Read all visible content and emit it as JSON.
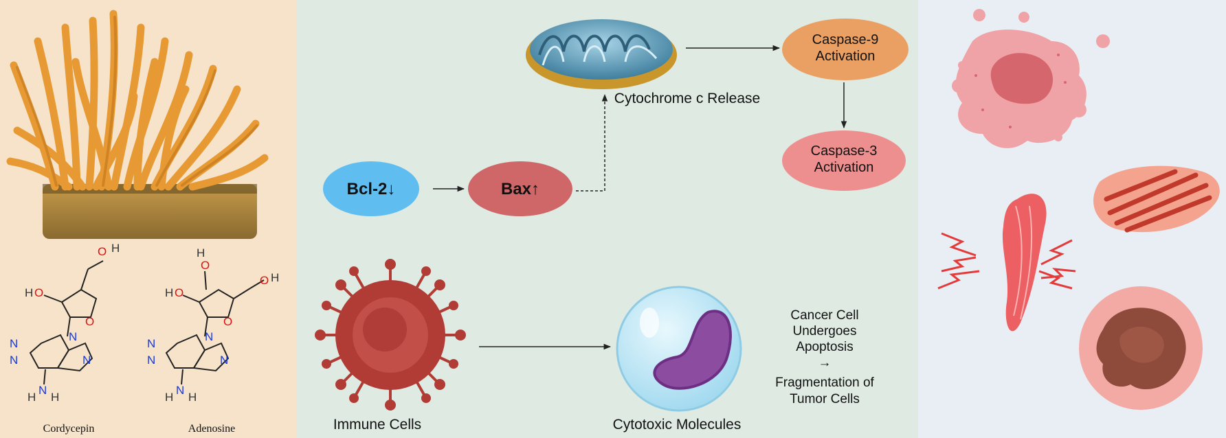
{
  "panels": {
    "left": {
      "background": "#f7e3c9"
    },
    "middle": {
      "background": "#dfeae3"
    },
    "right": {
      "background": "#e9eef4"
    }
  },
  "molecules": {
    "cordycepin": {
      "name": "Cordycepin"
    },
    "adenosine": {
      "name": "Adenosine"
    },
    "atoms": {
      "oxygen": "O",
      "hydrogen": "H",
      "nitrogen": "N"
    }
  },
  "pathway": {
    "bcl2": {
      "label": "Bcl-2↓",
      "color": "#5fbdf0"
    },
    "bax": {
      "label": "Bax↑",
      "color": "#cf6667"
    },
    "cytochrome": {
      "label": "Cytochrome c Release"
    },
    "caspase9": {
      "line1": "Caspase-9",
      "line2": "Activation",
      "color": "#eba063"
    },
    "caspase3": {
      "line1": "Caspase-3",
      "line2": "Activation",
      "color": "#ee8f8f"
    }
  },
  "immune": {
    "immune_cells": {
      "label": "Immune Cells"
    },
    "cytotoxic": {
      "label": "Cytotoxic Molecules"
    },
    "outcome": {
      "lines": [
        "Cancer Cell",
        "Undergoes",
        "Apoptosis",
        "→",
        "Fragmentation of",
        "Tumor Cells"
      ]
    }
  },
  "colors": {
    "virus": "#b13b35",
    "blob": "#f0a3a6",
    "muscle": "#ec5f62",
    "fragmented": "#c0392b",
    "apoptotic": "#f4aaa4",
    "cordyceps": "#e79a33"
  }
}
